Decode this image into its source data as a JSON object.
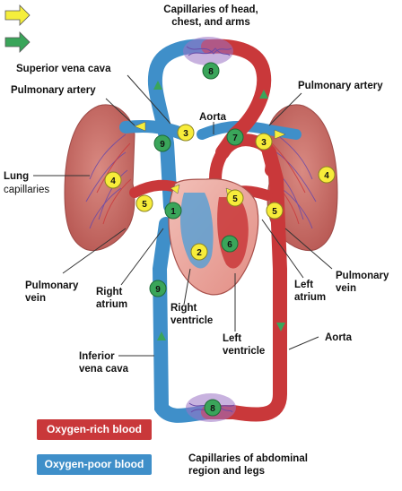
{
  "legend_arrows": [
    {
      "icon": "yellow-arrow-icon",
      "color": "#f5ee3c"
    },
    {
      "icon": "green-arrow-icon",
      "color": "#3aa55a"
    }
  ],
  "colors": {
    "oxygen_rich": "#c9383a",
    "oxygen_poor": "#3f8fc9",
    "badge_green": "#3aa55a",
    "badge_yellow": "#f7ec3a",
    "lung": "#c9706a",
    "heart_muscle": "#e8a29a"
  },
  "labels": {
    "capillaries_head_1": "Capillaries of head,",
    "capillaries_head_2": "chest, and arms",
    "superior_vena_cava": "Superior vena cava",
    "pulmonary_artery_left": "Pulmonary artery",
    "pulmonary_artery_right": "Pulmonary artery",
    "aorta_top": "Aorta",
    "lung": "Lung",
    "capillaries": "capillaries",
    "pulmonary_vein_left_1": "Pulmonary",
    "pulmonary_vein_left_2": "vein",
    "right_atrium_1": "Right",
    "right_atrium_2": "atrium",
    "right_ventricle_1": "Right",
    "right_ventricle_2": "ventricle",
    "left_ventricle_1": "Left",
    "left_ventricle_2": "ventricle",
    "left_atrium_1": "Left",
    "left_atrium_2": "atrium",
    "pulmonary_vein_right_1": "Pulmonary",
    "pulmonary_vein_right_2": "vein",
    "aorta_bottom": "Aorta",
    "inferior_vena_cava_1": "Inferior",
    "inferior_vena_cava_2": "vena cava",
    "capillaries_abdominal_1": "Capillaries of abdominal",
    "capillaries_abdominal_2": "region and legs"
  },
  "badges": {
    "b1": "1",
    "b2": "2",
    "b3a": "3",
    "b3b": "3",
    "b4a": "4",
    "b4b": "4",
    "b5a": "5",
    "b5b": "5",
    "b5c": "5",
    "b6": "6",
    "b7": "7",
    "b8a": "8",
    "b8b": "8",
    "b9a": "9",
    "b9b": "9"
  },
  "key": {
    "oxygen_rich": "Oxygen-rich blood",
    "oxygen_poor": "Oxygen-poor blood"
  }
}
